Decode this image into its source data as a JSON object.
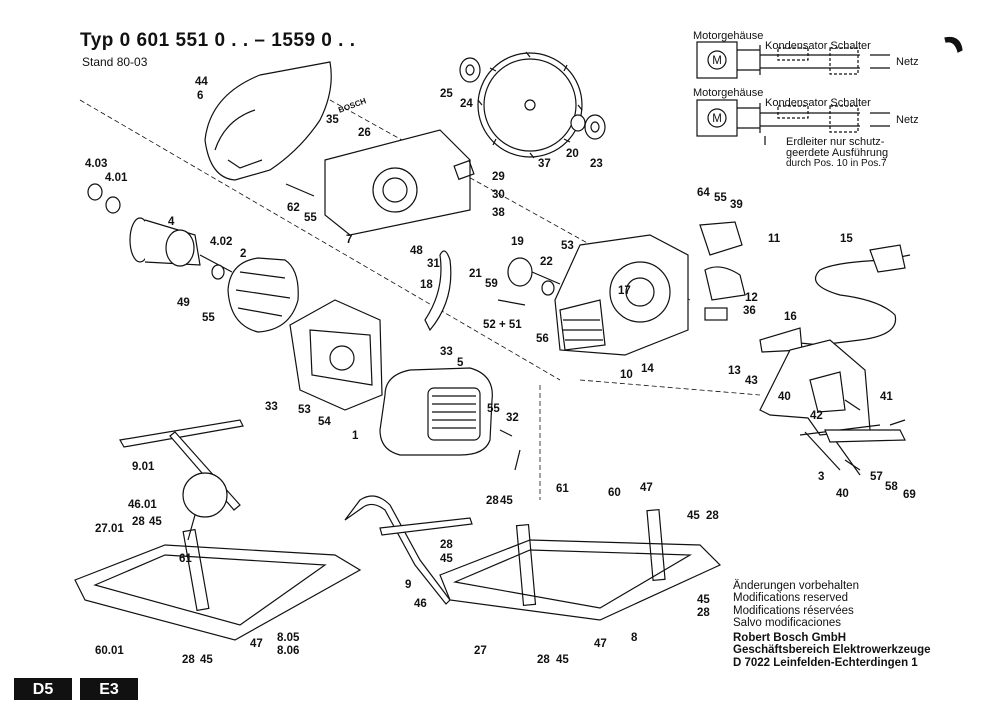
{
  "header": {
    "title": "Typ 0 601 551 0 . . – 1559 0 . .",
    "stand": "Stand 80-03"
  },
  "circuit": {
    "motor_housing_1": "Motorgehäuse",
    "motor_housing_2": "Motorgehäuse",
    "label_1": "Kondensator Schalter",
    "label_2": "Kondensator Schalter",
    "netz_1": "Netz",
    "netz_2": "Netz",
    "note_line1": "Erdleiter nur schutz-",
    "note_line2": "geerdete Ausführung",
    "note_line3": "durch Pos. 10 in Pos.7",
    "motor_symbol": "M"
  },
  "bosch_label": "BOSCH",
  "modifications": [
    "Änderungen vorbehalten",
    "Modifications reserved",
    "Modifications réservées",
    "Salvo modificaciones"
  ],
  "company": [
    "Robert Bosch GmbH",
    "Geschäftsbereich Elektrowerkzeuge",
    "D 7022 Leinfelden-Echterdingen 1"
  ],
  "tabs": [
    "D5",
    "E3"
  ],
  "part_numbers": [
    {
      "id": "p44",
      "text": "44"
    },
    {
      "id": "p6",
      "text": "6"
    },
    {
      "id": "p35",
      "text": "35"
    },
    {
      "id": "p26",
      "text": "26"
    },
    {
      "id": "p25",
      "text": "25"
    },
    {
      "id": "p24",
      "text": "24"
    },
    {
      "id": "p37",
      "text": "37"
    },
    {
      "id": "p20",
      "text": "20"
    },
    {
      "id": "p23",
      "text": "23"
    },
    {
      "id": "p403",
      "text": "4.03"
    },
    {
      "id": "p401",
      "text": "4.01"
    },
    {
      "id": "p4",
      "text": "4"
    },
    {
      "id": "p402",
      "text": "4.02"
    },
    {
      "id": "p2",
      "text": "2"
    },
    {
      "id": "p49",
      "text": "49"
    },
    {
      "id": "p55a",
      "text": "55"
    },
    {
      "id": "p62",
      "text": "62"
    },
    {
      "id": "p55b",
      "text": "55"
    },
    {
      "id": "p7",
      "text": "7"
    },
    {
      "id": "p29",
      "text": "29"
    },
    {
      "id": "p30",
      "text": "30"
    },
    {
      "id": "p38",
      "text": "38"
    },
    {
      "id": "p48",
      "text": "48"
    },
    {
      "id": "p31",
      "text": "31"
    },
    {
      "id": "p18",
      "text": "18"
    },
    {
      "id": "p21",
      "text": "21"
    },
    {
      "id": "p19",
      "text": "19"
    },
    {
      "id": "p59",
      "text": "59"
    },
    {
      "id": "p22",
      "text": "22"
    },
    {
      "id": "p53a",
      "text": "53"
    },
    {
      "id": "p17",
      "text": "17"
    },
    {
      "id": "p5251",
      "text": "52 + 51"
    },
    {
      "id": "p56",
      "text": "56"
    },
    {
      "id": "p10",
      "text": "10"
    },
    {
      "id": "p14",
      "text": "14"
    },
    {
      "id": "p64",
      "text": "64"
    },
    {
      "id": "p55c",
      "text": "55"
    },
    {
      "id": "p39",
      "text": "39"
    },
    {
      "id": "p11",
      "text": "11"
    },
    {
      "id": "p15",
      "text": "15"
    },
    {
      "id": "p12",
      "text": "12"
    },
    {
      "id": "p36",
      "text": "36"
    },
    {
      "id": "p16",
      "text": "16"
    },
    {
      "id": "p13",
      "text": "13"
    },
    {
      "id": "p43",
      "text": "43"
    },
    {
      "id": "p40a",
      "text": "40"
    },
    {
      "id": "p42",
      "text": "42"
    },
    {
      "id": "p41",
      "text": "41"
    },
    {
      "id": "p3",
      "text": "3"
    },
    {
      "id": "p40b",
      "text": "40"
    },
    {
      "id": "p57",
      "text": "57"
    },
    {
      "id": "p58",
      "text": "58"
    },
    {
      "id": "p69",
      "text": "69"
    },
    {
      "id": "p33a",
      "text": "33"
    },
    {
      "id": "p5",
      "text": "5"
    },
    {
      "id": "p33b",
      "text": "33"
    },
    {
      "id": "p53b",
      "text": "53"
    },
    {
      "id": "p54",
      "text": "54"
    },
    {
      "id": "p1",
      "text": "1"
    },
    {
      "id": "p55d",
      "text": "55"
    },
    {
      "id": "p32",
      "text": "32"
    },
    {
      "id": "p901",
      "text": "9.01"
    },
    {
      "id": "p4601",
      "text": "46.01"
    },
    {
      "id": "p2701",
      "text": "27.01"
    },
    {
      "id": "p28a",
      "text": "28"
    },
    {
      "id": "p45a",
      "text": "45"
    },
    {
      "id": "p61a",
      "text": "61"
    },
    {
      "id": "p6001",
      "text": "60.01"
    },
    {
      "id": "p28b",
      "text": "28"
    },
    {
      "id": "p45b",
      "text": "45"
    },
    {
      "id": "p47a",
      "text": "47"
    },
    {
      "id": "p805",
      "text": "8.05"
    },
    {
      "id": "p806",
      "text": "8.06"
    },
    {
      "id": "p28c",
      "text": "28"
    },
    {
      "id": "p45c",
      "text": "45"
    },
    {
      "id": "p61b",
      "text": "61"
    },
    {
      "id": "p60",
      "text": "60"
    },
    {
      "id": "p47b",
      "text": "47"
    },
    {
      "id": "p45d",
      "text": "45"
    },
    {
      "id": "p28d",
      "text": "28"
    },
    {
      "id": "p28e",
      "text": "28"
    },
    {
      "id": "p45e",
      "text": "45"
    },
    {
      "id": "p9",
      "text": "9"
    },
    {
      "id": "p46",
      "text": "46"
    },
    {
      "id": "p47c",
      "text": "47"
    },
    {
      "id": "p45f",
      "text": "45"
    },
    {
      "id": "p28f",
      "text": "28"
    },
    {
      "id": "p8",
      "text": "8"
    },
    {
      "id": "p27",
      "text": "27"
    },
    {
      "id": "p28g",
      "text": "28"
    },
    {
      "id": "p45g",
      "text": "45"
    }
  ]
}
